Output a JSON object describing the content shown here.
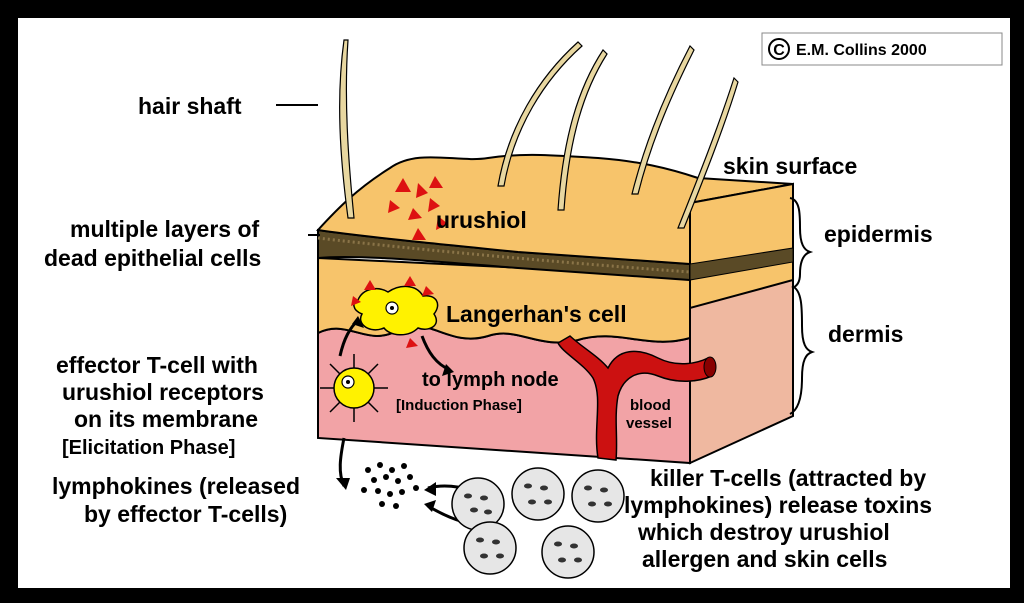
{
  "copyright": "E.M. Collins 2000",
  "copyright_symbol": "C",
  "labels": {
    "hair_shaft": "hair shaft",
    "skin_surface": "skin surface",
    "epidermis": "epidermis",
    "dermis": "dermis",
    "multiple_layers_1": "multiple layers of",
    "multiple_layers_2": "dead epithelial cells",
    "urushiol": "urushiol",
    "langerhans": "Langerhan's cell",
    "effector_1": "effector T-cell with",
    "effector_2": "urushiol receptors",
    "effector_3": "on its membrane",
    "effector_4": "[Elicitation Phase]",
    "lymph_1": "to lymph node",
    "lymph_2": "[Induction Phase]",
    "blood_1": "blood",
    "blood_2": "vessel",
    "lymphokines_1": "lymphokines (released",
    "lymphokines_2": "by effector T-cells)",
    "killer_1": "killer T-cells (attracted by",
    "killer_2": "lymphokines) release toxins",
    "killer_3": "which destroy urushiol",
    "killer_4": "allergen and skin cells"
  },
  "colors": {
    "epidermis_fill": "#F7C46B",
    "dead_layer": "#5A4A26",
    "dermis_fill": "#F2A3A6",
    "side_face": "#E9C27B",
    "blood_vessel": "#CC1111",
    "urushiol_marks": "#DD1111",
    "cell_yellow": "#FFF200",
    "killer_cell_fill": "#E6E6E6"
  }
}
